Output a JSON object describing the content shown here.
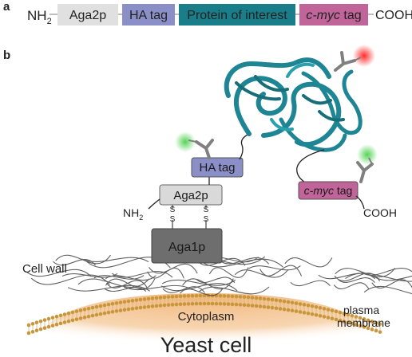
{
  "panel_a": {
    "label": "a",
    "nh2_main": "NH",
    "nh2_sub": "2",
    "segments": [
      {
        "label": "Aga2p",
        "italic_part": "",
        "rest": "",
        "color": "#e0e0e0"
      },
      {
        "label": "HA tag",
        "italic_part": "",
        "rest": "",
        "color": "#8b8fc8"
      },
      {
        "label": "Protein of interest",
        "italic_part": "",
        "rest": "",
        "color": "#1a7e8a"
      },
      {
        "label": "",
        "italic_part": "c-myc",
        "rest": " tag",
        "color": "#c0649a"
      }
    ],
    "cooh": "COOH"
  },
  "panel_b": {
    "label": "b",
    "aga1p": "Aga1p",
    "aga2p": "Aga2p",
    "ha_tag": "HA tag",
    "cmyc_italic": "c-myc",
    "cmyc_rest": " tag",
    "nh2_main": "NH",
    "nh2_sub": "2",
    "cooh": "COOH",
    "disulfide_s": "S",
    "cell_wall": "Cell wall",
    "cytoplasm": "Cytoplasm",
    "plasma": "plasma",
    "membrane": "membrane",
    "yeast_cell": "Yeast cell"
  },
  "colors": {
    "aga1p": "#6e6e6e",
    "aga2p": "#d9d9d9",
    "ha_tag": "#8b8fc8",
    "protein": "#1d8593",
    "cmyc": "#c0649a",
    "membrane_head": "#c8963c",
    "cytoplasm": "#f3c08a",
    "antibody": "#808080",
    "glow_green": "#5fd35f",
    "glow_red": "#ff3a3a"
  }
}
